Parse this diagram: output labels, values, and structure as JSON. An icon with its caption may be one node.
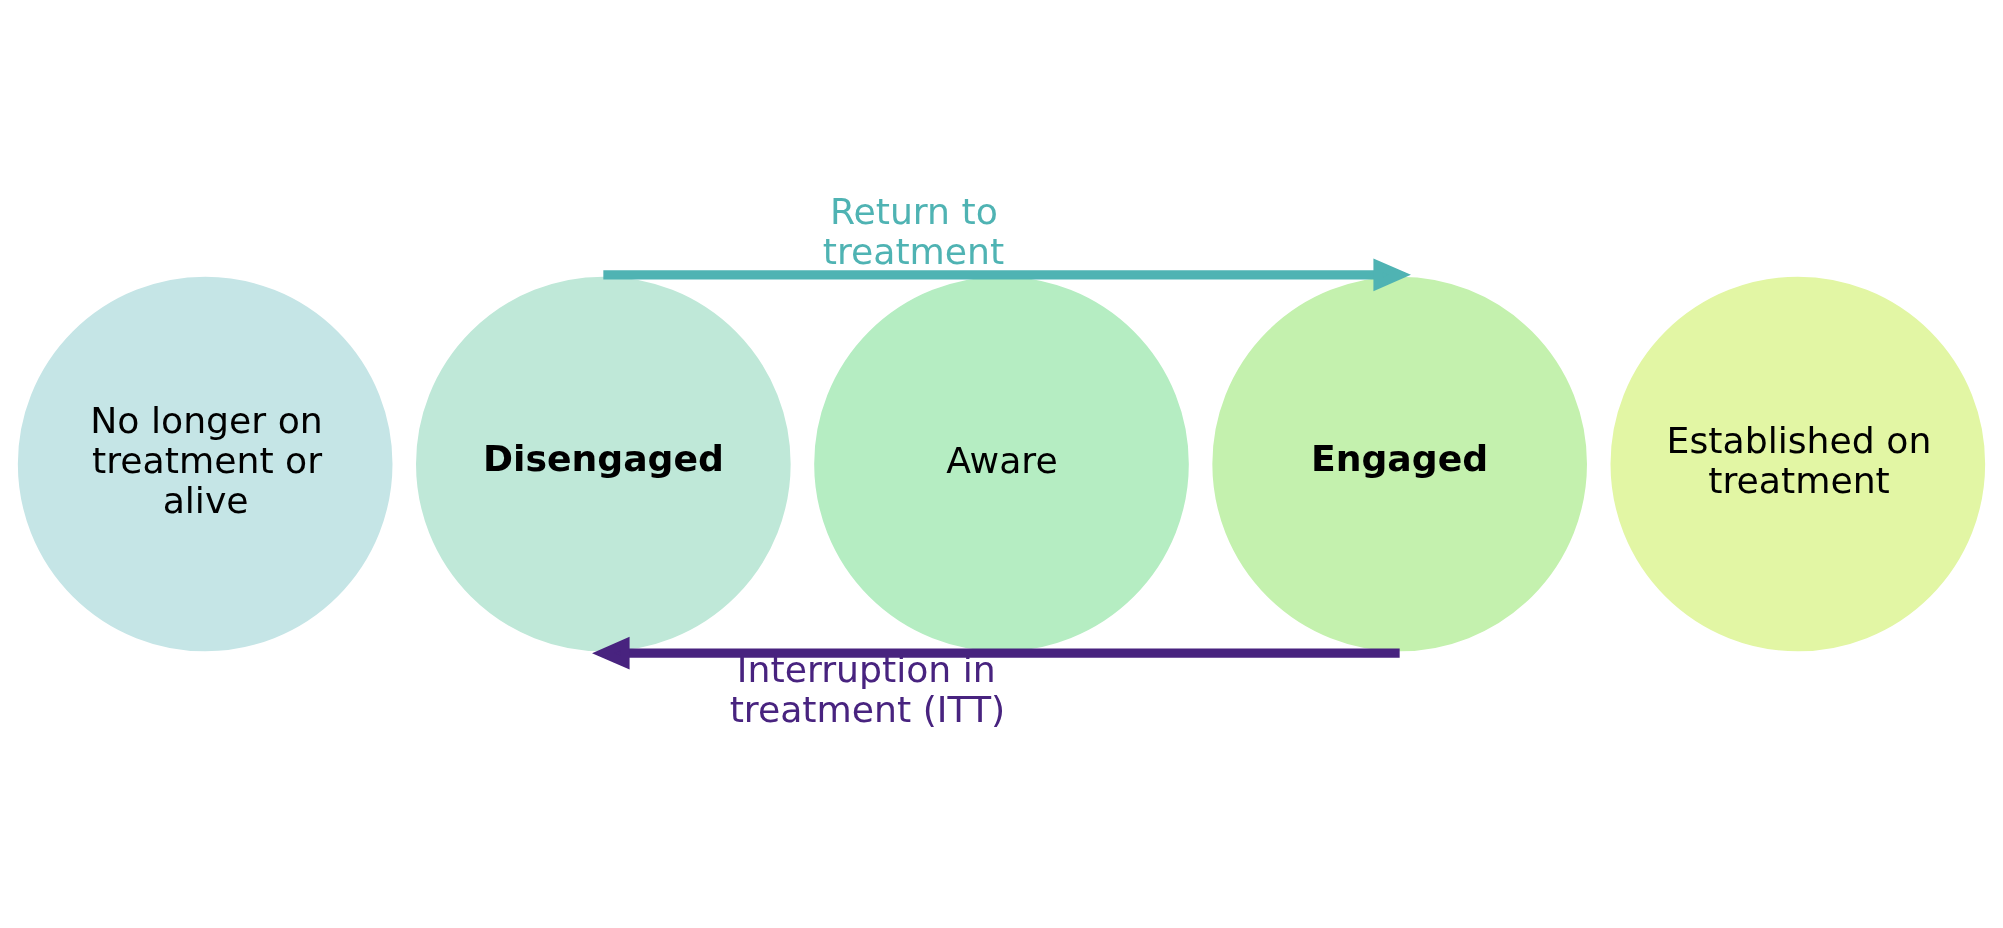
{
  "diagram": {
    "nodes": [
      {
        "text": [
          "No longer on treatment or alive"
        ]
      },
      {
        "text": [
          "Disengaged"
        ]
      },
      {
        "text": [
          "Aware"
        ]
      },
      {
        "text": [
          "Engaged"
        ]
      },
      {
        "text": [
          "Established on treatment"
        ]
      }
    ],
    "edges": [
      {
        "from": 1,
        "to": 3,
        "arrow": "to",
        "label": "Return to treatment",
        "color": "#4fb3b3"
      },
      {
        "from": 3,
        "to": 1,
        "arrow": "to",
        "label": "Interruption in treatment (ITT)",
        "color": "#48237f"
      }
    ]
  }
}
